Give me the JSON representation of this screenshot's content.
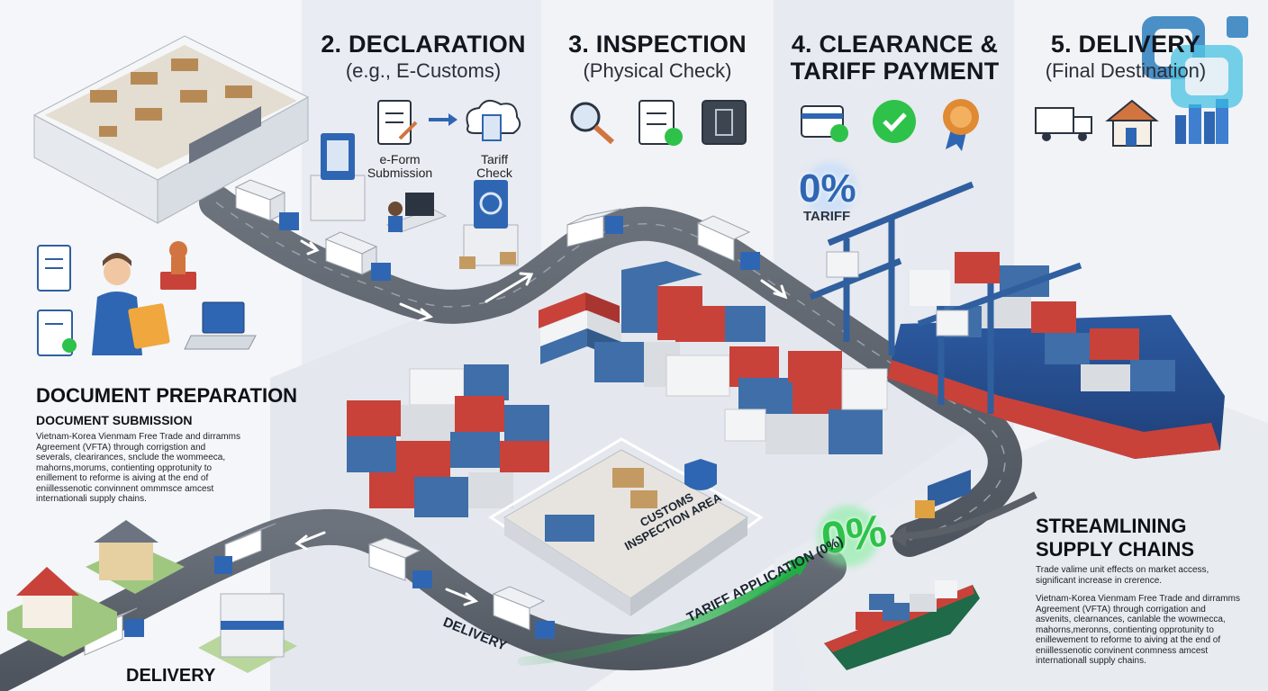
{
  "stages": [
    {
      "number": "2.",
      "title": "DECLARATION",
      "subtitle": "(e.g., E-Customs)"
    },
    {
      "number": "3.",
      "title": "INSPECTION",
      "subtitle": "(Physical Check)"
    },
    {
      "number": "4.",
      "title": "CLEARANCE &",
      "title2": "TARIFF PAYMENT",
      "subtitle": ""
    },
    {
      "number": "5.",
      "title": "DELIVERY",
      "subtitle": "(Final Destination)"
    }
  ],
  "declaration": {
    "eform_label_1": "e-Form",
    "eform_label_2": "Submission",
    "tariff_label_1": "Tariff",
    "tariff_label_2": "Check"
  },
  "document": {
    "heading": "DOCUMENT PREPARATION",
    "subheading": "DOCUMENT SUBMISSION",
    "body": [
      "Vietnam-Korea Vienmam Free Trade and dirramms",
      "Agreement (VFTA) through corrigstion and",
      "severals, clearirances, snclude the wommeeca,",
      "mahorns,morums, contienting opprotunity to",
      "enillement to reforme is aiving at the end of",
      "eniillessenotic convinnent ommmsce amcest",
      "internationali supply chains."
    ]
  },
  "tariff": {
    "rate": "0%",
    "label": "TARIFF",
    "rate_large": "0%",
    "application_label": "TARIFF APPLICATION (0%)"
  },
  "inspection_area": {
    "label_1": "CUSTOMS",
    "label_2": "INSPECTION AREA"
  },
  "road_labels": {
    "delivery_road": "DELIVERY",
    "delivery_bottom": "DELIVERY"
  },
  "streamlining": {
    "heading_1": "STREAMLINING",
    "heading_2": "SUPPLY CHAINS",
    "intro": [
      "Trade valime unit effects on market access,",
      "significant increase in crerence."
    ],
    "body": [
      "Vietnam-Korea Vienmam Free Trade and dirramms",
      "Agreement (VFTA) through corrigation and",
      "asvenits, clearnances, canlable the wowmecca,",
      "mahorns,meronns, contienting opprotunity to",
      "enillewement to reforme to aiving at the end of",
      "eniillessenotic convinent conmness amcest",
      "internationall supply chains."
    ]
  },
  "colors": {
    "accent_blue": "#2f66b3",
    "container_red": "#c8423a",
    "container_blue": "#3f6ea8",
    "tariff_green": "#2ec24a",
    "logo_cyan": "#38bde0"
  },
  "icons": [
    "form-icon",
    "arrow-icon",
    "cloud-doc-icon",
    "magnifier-icon",
    "checklist-icon",
    "xray-icon",
    "card-check-icon",
    "check-circle-icon",
    "badge-ribbon-icon",
    "truck-icon",
    "house-icon",
    "city-icon",
    "logo-icon"
  ]
}
